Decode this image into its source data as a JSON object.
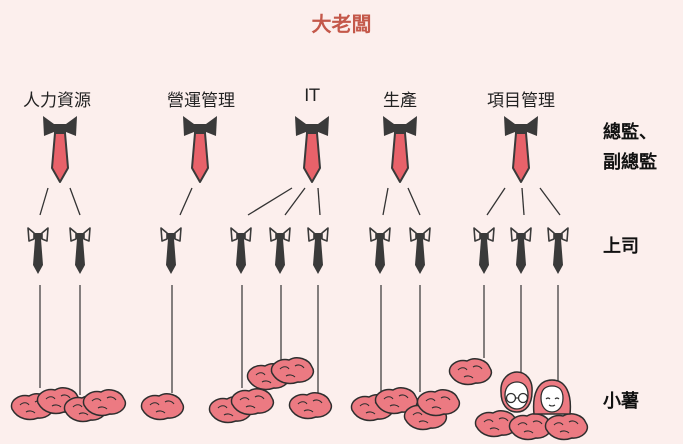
{
  "title": "大老闆",
  "departments": [
    "人力資源",
    "營運管理",
    "IT",
    "生產",
    "項目管理"
  ],
  "levels": {
    "director_line1": "總監、",
    "director_line2": "副總監",
    "manager": "上司",
    "staff": "小薯"
  },
  "colors": {
    "background": "#fcefed",
    "title": "#c4584a",
    "tie_red": "#e8626a",
    "tie_gray": "#3a3a3a",
    "potato": "#ec7a82"
  }
}
